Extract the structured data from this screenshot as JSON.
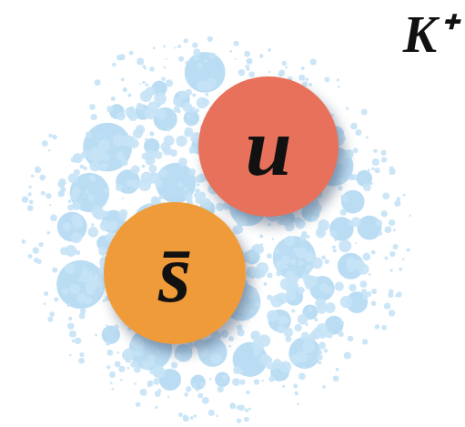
{
  "diagram": {
    "nodes": [
      {
        "text": [
          "u"
        ]
      },
      {
        "text": [
          "s̄"
        ]
      }
    ],
    "labels": [
      "K⁺"
    ]
  }
}
